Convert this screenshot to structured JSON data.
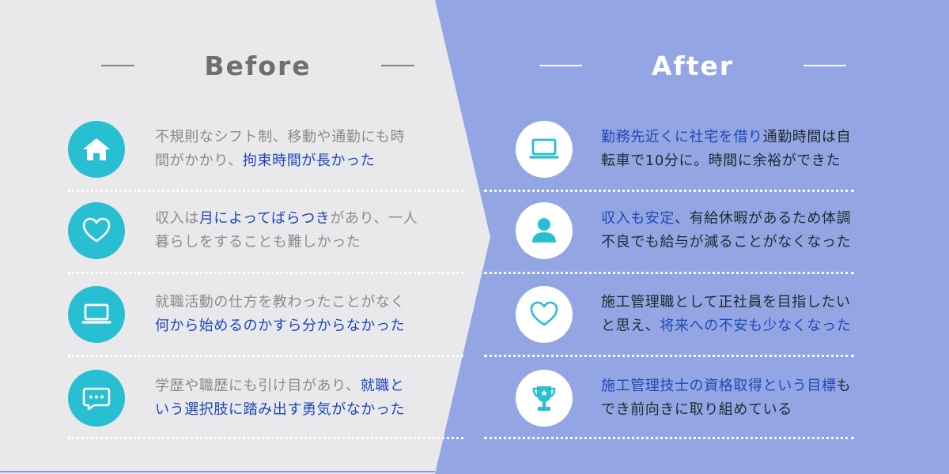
{
  "before": {
    "title": "Before",
    "items": [
      {
        "icon": "home-icon",
        "text_lines": [
          [
            {
              "t": "不規則なシフト制、移動や通勤にも時",
              "hl": false
            }
          ],
          [
            {
              "t": "間がかかり、",
              "hl": false
            },
            {
              "t": "拘束時間が長かった",
              "hl": true
            }
          ]
        ]
      },
      {
        "icon": "heart-icon",
        "text_lines": [
          [
            {
              "t": "収入は",
              "hl": false
            },
            {
              "t": "月によってばらつき",
              "hl": true
            },
            {
              "t": "があり、一人",
              "hl": false
            }
          ],
          [
            {
              "t": "暮らしをすることも難しかった",
              "hl": false
            }
          ]
        ]
      },
      {
        "icon": "laptop-icon",
        "text_lines": [
          [
            {
              "t": "就職活動の仕方を教わったことがなく",
              "hl": false
            }
          ],
          [
            {
              "t": "何から始めるのかすら分からなかった",
              "hl": true
            }
          ]
        ]
      },
      {
        "icon": "chat-bubble-icon",
        "text_lines": [
          [
            {
              "t": "学歴や職歴にも引け目があり、",
              "hl": false
            },
            {
              "t": "就職と",
              "hl": true
            }
          ],
          [
            {
              "t": "いう選択肢に踏み出す勇気がなかった",
              "hl": true
            }
          ]
        ]
      }
    ]
  },
  "after": {
    "title": "After",
    "items": [
      {
        "icon": "laptop-icon",
        "text_lines": [
          [
            {
              "t": "勤務先近くに社宅を借り",
              "hl": true
            },
            {
              "t": "通勤時間は自",
              "hl": false
            }
          ],
          [
            {
              "t": "転車で10分に。時間に余裕ができた",
              "hl": false
            }
          ]
        ]
      },
      {
        "icon": "user-icon",
        "text_lines": [
          [
            {
              "t": "収入も安定",
              "hl": true
            },
            {
              "t": "、有給休暇があるため体調",
              "hl": false
            }
          ],
          [
            {
              "t": "不良でも給与が減ることがなくなった",
              "hl": false
            }
          ]
        ]
      },
      {
        "icon": "heart-icon",
        "text_lines": [
          [
            {
              "t": "施工管理職として正社員を目指したい",
              "hl": false
            }
          ],
          [
            {
              "t": "と思え、",
              "hl": false
            },
            {
              "t": "将来への不安も少なくなった",
              "hl": true
            }
          ]
        ]
      },
      {
        "icon": "trophy-icon",
        "text_lines": [
          [
            {
              "t": "施工管理技士の資格取得という目標",
              "hl": true
            },
            {
              "t": "も",
              "hl": false
            }
          ],
          [
            {
              "t": "でき前向きに取り組めている",
              "hl": false
            }
          ]
        ]
      }
    ]
  },
  "colors": {
    "left_bg": "#e9e9ec",
    "right_bg": "#93a6e3",
    "accent_teal": "#27bfd1",
    "highlight_blue": "#1d48b7",
    "gray_text": "#8b8b8b",
    "dark_text": "#1e2a2f"
  }
}
